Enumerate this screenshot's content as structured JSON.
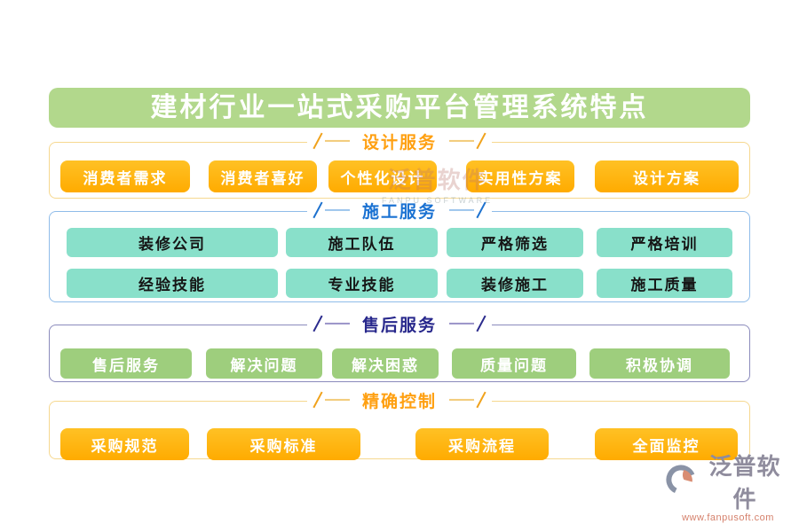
{
  "title": "建材行业一站式采购平台管理系统特点",
  "sections": [
    {
      "label": "设计服务",
      "buttons": [
        "消费者需求",
        "消费者喜好",
        "个性化设计",
        "实用性方案",
        "设计方案"
      ]
    },
    {
      "label": "施工服务",
      "rows": [
        [
          "装修公司",
          "施工队伍",
          "严格筛选",
          "严格培训"
        ],
        [
          "经验技能",
          "专业技能",
          "装修施工",
          "施工质量"
        ]
      ]
    },
    {
      "label": "售后服务",
      "buttons": [
        "售后服务",
        "解决问题",
        "解决困惑",
        "质量问题",
        "积极协调"
      ]
    },
    {
      "label": "精确控制",
      "buttons": [
        "采购规范",
        "采购标准",
        "采购流程",
        "全面监控"
      ]
    }
  ],
  "watermark": {
    "text": "泛普软件",
    "subtext": "FANPU SOFTWARE"
  },
  "footer": {
    "brand": "泛普软件",
    "url": "www.fanpusoft.com"
  },
  "colors": {
    "title_bg": "#B2D88C",
    "orange_button": "#FFB30A",
    "teal_button": "#89E0CA",
    "green_button": "#9ECE7D",
    "orange_header": "#FFA011",
    "blue_header": "#1B72D2",
    "navy_header": "#28288C",
    "yellow_border": "#F6D88F",
    "blue_border": "#8FBCE9",
    "slate_border": "#8B8BBC"
  }
}
